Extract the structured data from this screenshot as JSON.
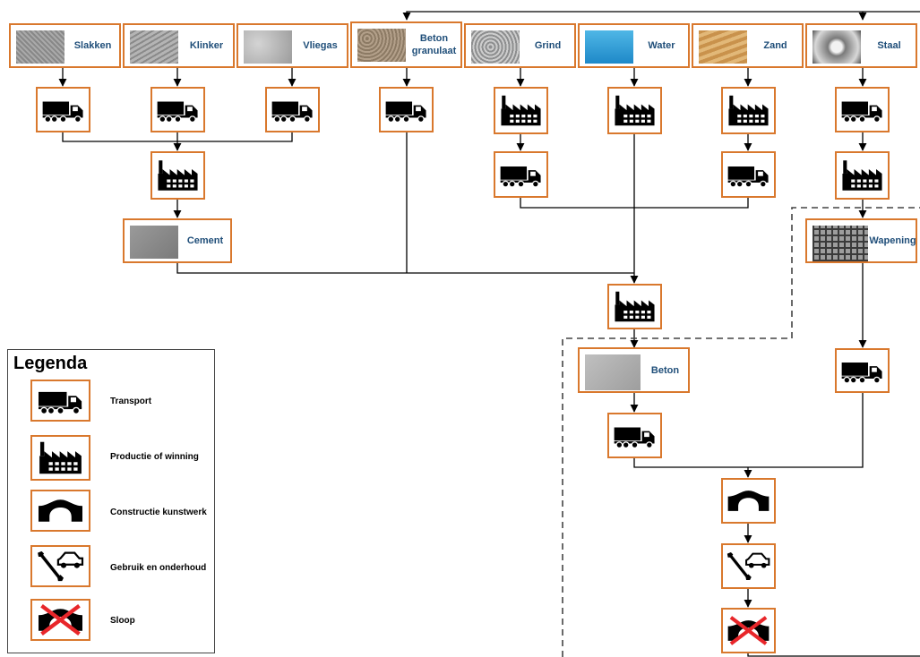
{
  "materials": {
    "slakken": "Slakken",
    "klinker": "Klinker",
    "vliegas": "Vliegas",
    "betongranulaat": "Beton\ngranulaat",
    "grind": "Grind",
    "water": "Water",
    "zand": "Zand",
    "staal": "Staal",
    "cement": "Cement",
    "beton": "Beton",
    "wapening": "Wapening"
  },
  "legend": {
    "title": "Legenda",
    "items": [
      {
        "icon": "truck-icon",
        "label": "Transport"
      },
      {
        "icon": "factory-icon",
        "label": "Productie of winning"
      },
      {
        "icon": "bridge-icon",
        "label": "Constructie kunstwerk"
      },
      {
        "icon": "car-wrench-icon",
        "label": "Gebruik en onderhoud"
      },
      {
        "icon": "demolition-icon",
        "label": "Sloop"
      }
    ]
  },
  "colors": {
    "box_border": "#d9782d",
    "material_text": "#1f4e79",
    "connector": "#000000",
    "dash": "#444444",
    "cross": "#e8262a"
  }
}
